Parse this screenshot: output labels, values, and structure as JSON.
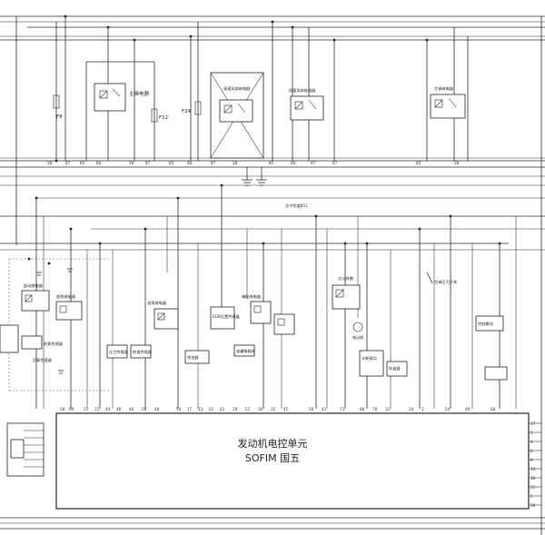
{
  "ecu": {
    "title": "发动机电控单元",
    "subtitle": "SOFIM 国五",
    "bottom_pins": [
      "50",
      "69",
      "31",
      "22",
      "44",
      "48",
      "46",
      "26",
      "40",
      "54",
      "17",
      "13",
      "62",
      "61",
      "29",
      "52",
      "36",
      "15",
      "45",
      "58",
      "41",
      "73",
      "80",
      "78",
      "32",
      "34",
      "2",
      "24",
      "49",
      "68"
    ],
    "right_pins": [
      "17",
      "2",
      "4",
      "6",
      "8",
      "14",
      "16",
      "21",
      "5",
      "30"
    ]
  },
  "fuses": {
    "f8": "F8",
    "f12": "F12",
    "f24": "F24"
  },
  "relays": {
    "main": "主继电器",
    "fan_high": "高速风扇继电器",
    "fan_low": "低速风扇继电器",
    "ac": "空调继电器",
    "fuel_pump": "油泵继电器",
    "starter": "起动继电器",
    "heater": "加热继电器",
    "aux": "辅助继电器"
  },
  "components": {
    "o2_front": "前氧传感器",
    "o2_rear": "后氧传感器",
    "egr": "EGR位置传感器",
    "canister": "炭罐电磁阀",
    "pressure": "压力传感器",
    "injectors": "喷油器",
    "igniter": "点火线圈",
    "motor": "电动机",
    "ac_switch": "空调压力开关",
    "speed": "转速传感器",
    "diag": "诊断接口",
    "immo": "防盗器",
    "module": "控制模块",
    "note": "至中控盒B11"
  },
  "top_terminals": [
    "30",
    "87",
    "85",
    "86",
    "30",
    "87",
    "85",
    "86",
    "87",
    "30",
    "85",
    "86",
    "87",
    "87",
    "85",
    "30"
  ]
}
